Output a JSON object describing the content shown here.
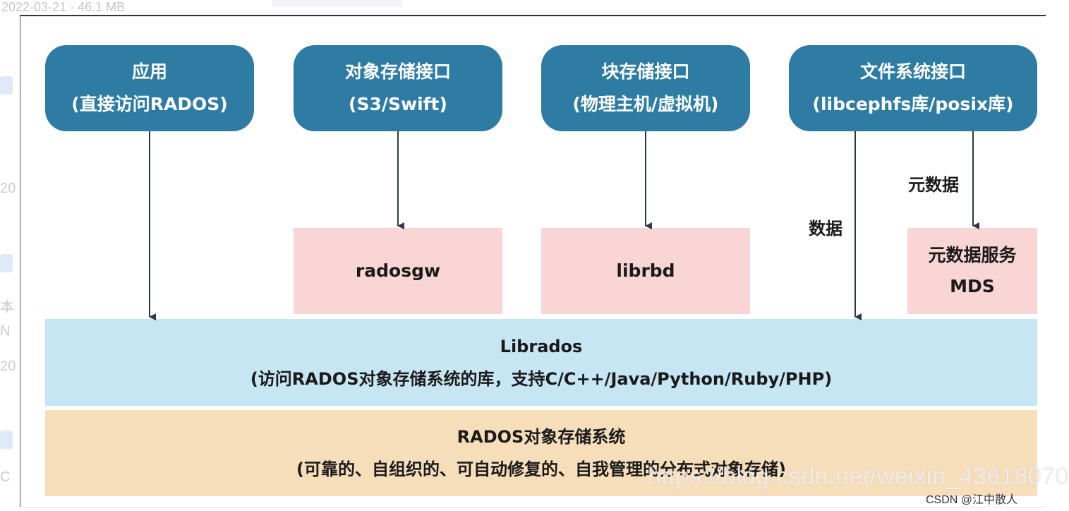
{
  "interfaces": [
    {
      "line1": "应用",
      "line2": "(直接访问RADOS)"
    },
    {
      "line1": "对象存储接口",
      "line2": "(S3/Swift)"
    },
    {
      "line1": "块存储接口",
      "line2": "(物理主机/虚拟机)"
    },
    {
      "line1": "文件系统接口",
      "line2": "(libcephfs库/posix库)"
    }
  ],
  "modules": {
    "radosgw": "radosgw",
    "librbd": "librbd",
    "mds_line1": "元数据服务",
    "mds_line2": "MDS"
  },
  "edge_labels": {
    "data": "数据",
    "metadata": "元数据"
  },
  "librados": {
    "title": "Librados",
    "subtitle": "(访问RADOS对象存储系统的库，支持C/C++/Java/Python/Ruby/PHP)"
  },
  "rados": {
    "title": "RADOS对象存储系统",
    "subtitle": "(可靠的、自组织的、可自动修复的、自我管理的分布式对象存储)"
  },
  "watermark": "https://blog.csdn.net/weixin_43618070",
  "credit": "CSDN @江中散人",
  "colors": {
    "interface_fill": "#2e7ca3",
    "module_fill": "#f9d5d5",
    "librados_fill": "#c6e6f3",
    "rados_fill": "#f7deba",
    "arrow": "#2b3a4a"
  }
}
